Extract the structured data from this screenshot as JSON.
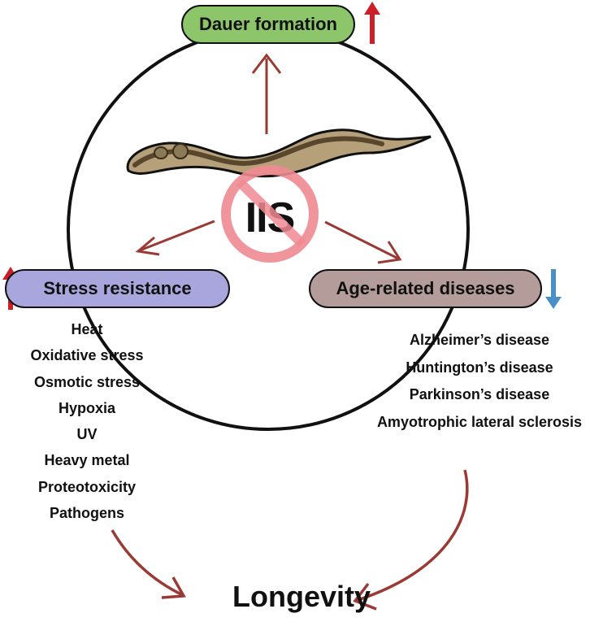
{
  "nodes": {
    "dauer_formation": "Dauer formation",
    "stress_resistance": "Stress resistance",
    "age_related_diseases": "Age-related diseases",
    "center": "IIS",
    "outcome": "Longevity"
  },
  "stress_types": [
    "Heat",
    "Oxidative stress",
    "Osmotic stress",
    "Hypoxia",
    "UV",
    "Heavy metal",
    "Proteotoxicity",
    "Pathogens"
  ],
  "diseases": [
    "Alzheimer’s disease",
    "Huntington’s disease",
    "Parkinson’s disease",
    "Amyotrophic lateral sclerosis"
  ],
  "indicators": {
    "dauer_formation": "increase",
    "stress_resistance": "increase",
    "age_related_diseases": "decrease"
  },
  "colors": {
    "dauer_fill": "#8dc56b",
    "stress_fill": "#a9a6dd",
    "disease_fill": "#b39c99",
    "arrow": "#9a3a34",
    "up_indicator": "#cc1f27",
    "down_indicator": "#4a90c8",
    "prohibit": "#f08a92"
  }
}
